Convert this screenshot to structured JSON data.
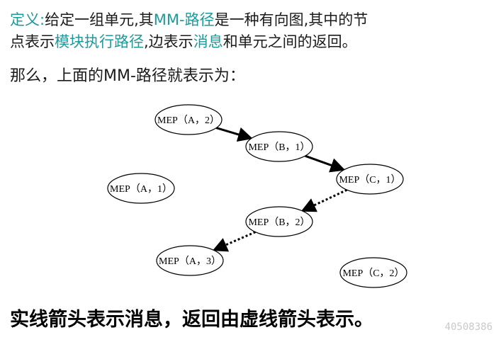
{
  "text": {
    "line1": [
      {
        "t": "定义:",
        "hl": true
      },
      {
        "t": "给定一组单元,其",
        "hl": false
      },
      {
        "t": "MM-路径",
        "hl": true
      },
      {
        "t": "是一种有向图,其中的节",
        "hl": false
      }
    ],
    "line2": [
      {
        "t": "点表示",
        "hl": false
      },
      {
        "t": "模块执行路径",
        "hl": true
      },
      {
        "t": ",边表示",
        "hl": false
      },
      {
        "t": "消息",
        "hl": true
      },
      {
        "t": "和单元之间的返回。",
        "hl": false
      }
    ],
    "line3": "那么，上面的MM-路径就表示为：",
    "footer": "实线箭头表示消息，返回由虚线箭头表示。",
    "watermark": "40508386"
  },
  "colors": {
    "highlight": "#1f9a9a",
    "text": "#1a1a1a",
    "edge": "#000000"
  },
  "diagram": {
    "nodes": [
      {
        "id": "n_a2",
        "label": "MEP（A，2）"
      },
      {
        "id": "n_b1",
        "label": "MEP（B，1）"
      },
      {
        "id": "n_a1",
        "label": "MEP（A，1）"
      },
      {
        "id": "n_c1",
        "label": "MEP（C，1）"
      },
      {
        "id": "n_b2",
        "label": "MEP（B，2）"
      },
      {
        "id": "n_a3",
        "label": "MEP（A，3）"
      },
      {
        "id": "n_c2",
        "label": "MEP（C，2）"
      }
    ],
    "edges": [
      {
        "from": "n_a2",
        "to": "n_b1",
        "style": "solid"
      },
      {
        "from": "n_b1",
        "to": "n_c1",
        "style": "solid"
      },
      {
        "from": "n_c1",
        "to": "n_b2",
        "style": "dashed"
      },
      {
        "from": "n_b2",
        "to": "n_a3",
        "style": "dashed"
      }
    ]
  }
}
